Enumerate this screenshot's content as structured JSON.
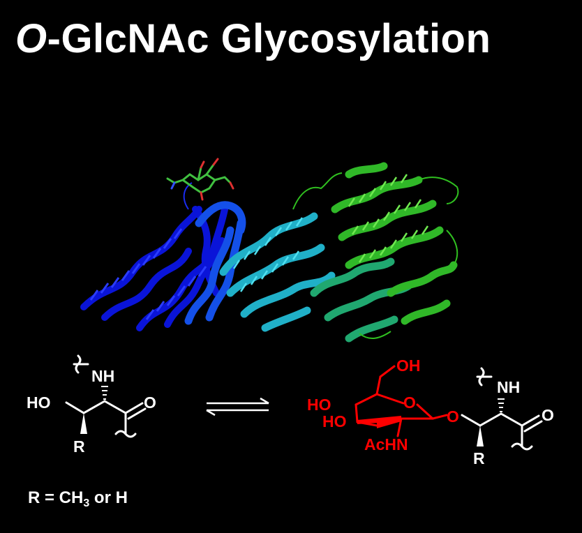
{
  "title": {
    "italic_part": "O",
    "rest": "-GlcNAc Glycosylation"
  },
  "colors": {
    "background": "#000000",
    "text": "#ffffff",
    "glcnac": "#ff0000",
    "protein_gradient": [
      "#0010d8",
      "#1060e0",
      "#20b8c8",
      "#30b050",
      "#30c020",
      "#40d020"
    ]
  },
  "left_structure": {
    "nh": "NH",
    "ho": "HO",
    "o": "O",
    "r": "R"
  },
  "equilibrium_arrow": "equilibrium-arrows",
  "right_structure": {
    "oh_top": "OH",
    "ho_1": "HO",
    "ho_2": "HO",
    "ring_o": "O",
    "achn": "AcHN",
    "link_o": "O",
    "nh": "NH",
    "o": "O",
    "r": "R"
  },
  "r_definition": {
    "prefix": "R = CH",
    "subscript": "3",
    "suffix": " or H"
  }
}
